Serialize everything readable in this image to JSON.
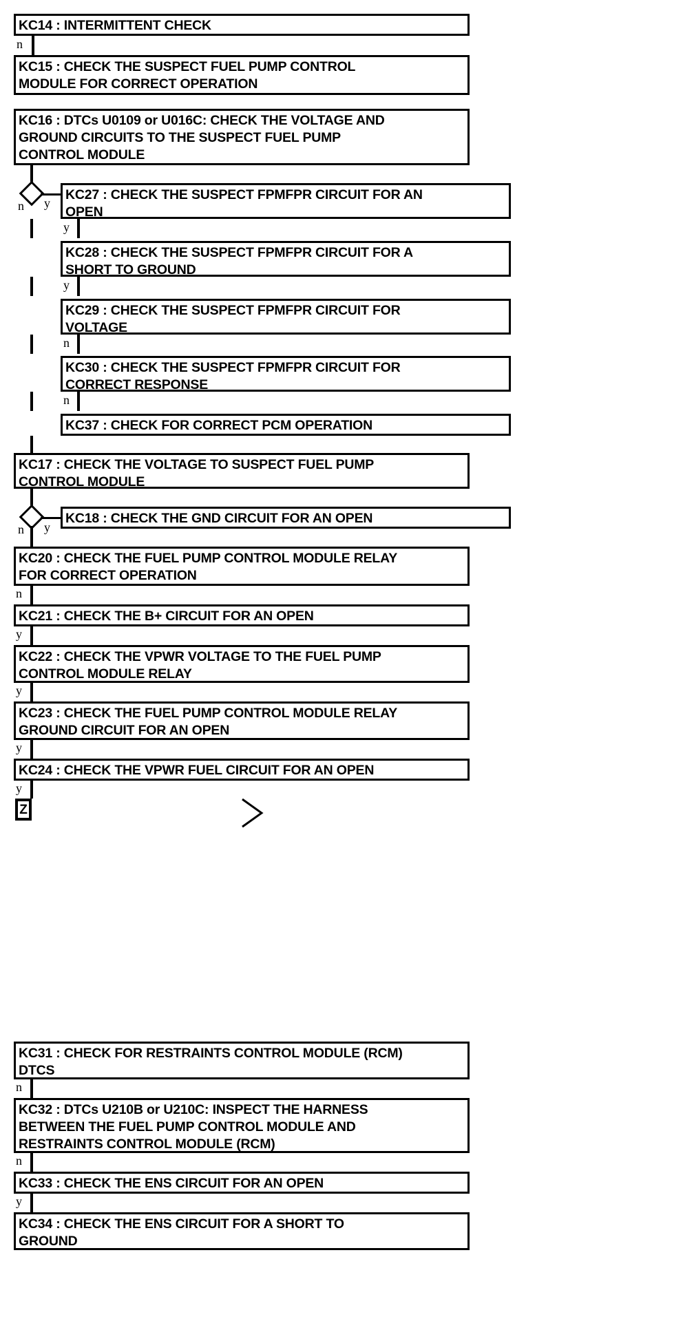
{
  "diagram": {
    "type": "flowchart",
    "title": "Fuel Pump Control Module Diagnostic Pinpoint Test Flow",
    "nodes": [
      {
        "id": "KC14",
        "label": "KC14 : INTERMITTENT CHECK",
        "level": 0
      },
      {
        "id": "KC15",
        "label": "KC15 : CHECK THE SUSPECT FUEL PUMP CONTROL\nMODULE FOR CORRECT OPERATION",
        "level": 0
      },
      {
        "id": "KC16",
        "label": "KC16 : DTCs U0109 or U016C: CHECK THE VOLTAGE AND\nGROUND CIRCUITS TO THE SUSPECT FUEL PUMP\nCONTROL MODULE",
        "level": 0
      },
      {
        "id": "KC27",
        "label": "KC27 : CHECK THE SUSPECT FPMFPR CIRCUIT FOR AN\nOPEN",
        "level": 1
      },
      {
        "id": "KC28",
        "label": "KC28 : CHECK THE SUSPECT FPMFPR CIRCUIT FOR A\nSHORT TO GROUND",
        "level": 1
      },
      {
        "id": "KC29",
        "label": "KC29 : CHECK THE SUSPECT FPMFPR CIRCUIT FOR\nVOLTAGE",
        "level": 1
      },
      {
        "id": "KC30",
        "label": "KC30 : CHECK THE SUSPECT FPMFPR CIRCUIT FOR\nCORRECT RESPONSE",
        "level": 1
      },
      {
        "id": "KC37",
        "label": "KC37 : CHECK FOR CORRECT PCM OPERATION",
        "level": 1
      },
      {
        "id": "KC17",
        "label": "KC17 : CHECK THE VOLTAGE TO SUSPECT FUEL PUMP\nCONTROL MODULE",
        "level": 0
      },
      {
        "id": "KC18",
        "label": "KC18 : CHECK THE GND CIRCUIT FOR AN OPEN",
        "level": 1
      },
      {
        "id": "KC20",
        "label": "KC20 : CHECK THE FUEL PUMP CONTROL MODULE RELAY\nFOR CORRECT OPERATION",
        "level": 0
      },
      {
        "id": "KC21",
        "label": "KC21 : CHECK THE B+ CIRCUIT FOR AN OPEN",
        "level": 0
      },
      {
        "id": "KC22",
        "label": "KC22 : CHECK THE VPWR VOLTAGE TO THE FUEL PUMP\nCONTROL MODULE RELAY",
        "level": 0
      },
      {
        "id": "KC23",
        "label": "KC23 : CHECK THE FUEL PUMP CONTROL MODULE RELAY\nGROUND CIRCUIT FOR AN OPEN",
        "level": 0
      },
      {
        "id": "KC24",
        "label": "KC24 : CHECK THE VPWR FUEL CIRCUIT FOR AN OPEN",
        "level": 0
      },
      {
        "id": "Z",
        "label": "Z",
        "level": 0
      },
      {
        "id": "KC31",
        "label": "KC31 : CHECK FOR RESTRAINTS CONTROL MODULE (RCM)\nDTCS",
        "level": 0
      },
      {
        "id": "KC32",
        "label": "KC32 : DTCs U210B or U210C: INSPECT THE HARNESS\nBETWEEN THE FUEL PUMP CONTROL MODULE AND\nRESTRAINTS CONTROL MODULE (RCM)",
        "level": 0
      },
      {
        "id": "KC33",
        "label": "KC33 : CHECK THE ENS CIRCUIT FOR AN OPEN",
        "level": 0
      },
      {
        "id": "KC34",
        "label": "KC34 : CHECK THE ENS CIRCUIT FOR A SHORT TO\nGROUND",
        "level": 0
      }
    ],
    "branch_labels": {
      "kc14_to_kc15": "n",
      "diamond1_no": "n",
      "diamond1_yes": "y",
      "kc27_to_kc28": "y",
      "kc28_to_kc29": "y",
      "kc29_to_kc30": "n",
      "kc30_to_kc37": "n",
      "diamond2_no": "n",
      "diamond2_yes": "y",
      "kc20_to_kc21": "n",
      "kc21_to_kc22": "y",
      "kc22_to_kc23": "y",
      "kc23_to_kc24": "y",
      "kc24_to_z": "y",
      "kc31_to_kc32": "n",
      "kc32_to_kc33": "n",
      "kc33_to_kc34": "y"
    },
    "colors": {
      "line": "#000000",
      "box_fill": "#ffffff",
      "text": "#000000"
    }
  }
}
